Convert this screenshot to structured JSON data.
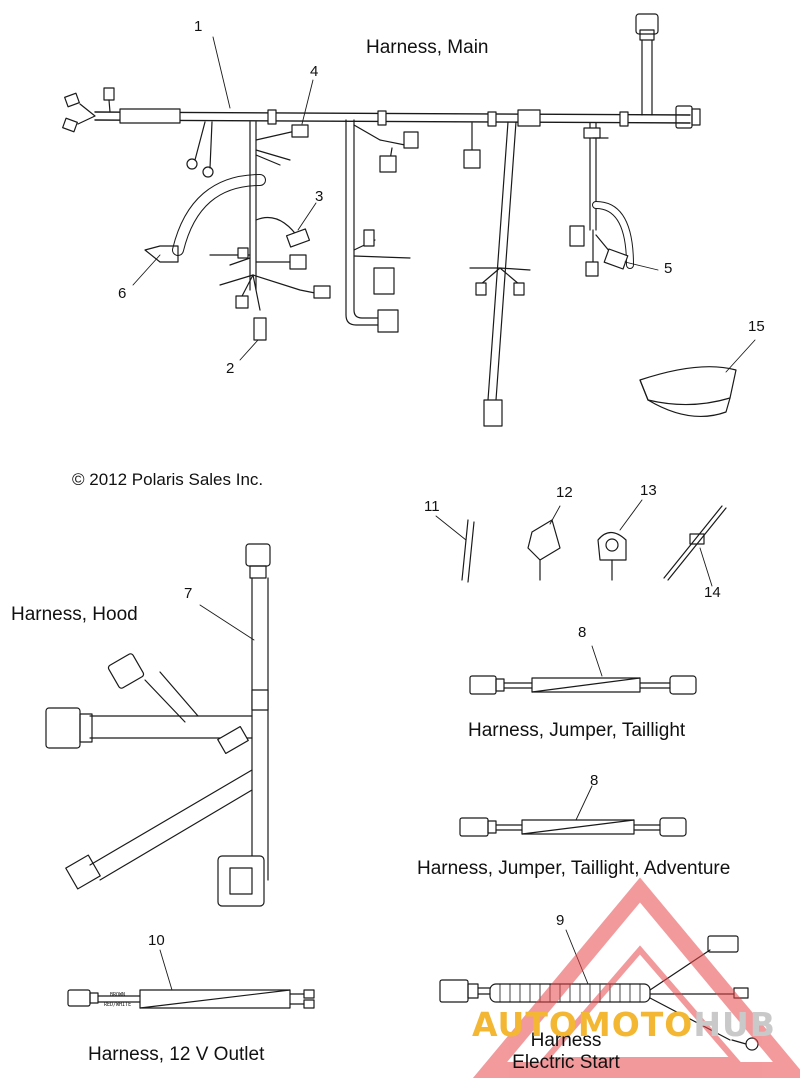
{
  "titles": {
    "main": "Harness, Main",
    "hood": "Harness, Hood",
    "jumper_taillight": "Harness, Jumper, Taillight",
    "jumper_adventure": "Harness, Jumper, Taillight, Adventure",
    "outlet_12v": "Harness, 12 V Outlet",
    "electric_start_1": "Harness",
    "electric_start_2": "Electric Start"
  },
  "copyright": "© 2012 Polaris Sales Inc.",
  "callouts": {
    "c1": "1",
    "c2": "2",
    "c3": "3",
    "c4": "4",
    "c5": "5",
    "c6": "6",
    "c7": "7",
    "c8a": "8",
    "c8b": "8",
    "c9": "9",
    "c10": "10",
    "c11": "11",
    "c12": "12",
    "c13": "13",
    "c14": "14",
    "c15": "15"
  },
  "wire_labels": {
    "brown": "BROWN",
    "red_white": "RED/WHITE"
  },
  "watermark": {
    "part_a": "AUTOMOTO",
    "part_b": "HUB",
    "colors": {
      "accent": "#f4b733",
      "triangle": "#e8474b",
      "grey": "#c9c9c9"
    }
  }
}
